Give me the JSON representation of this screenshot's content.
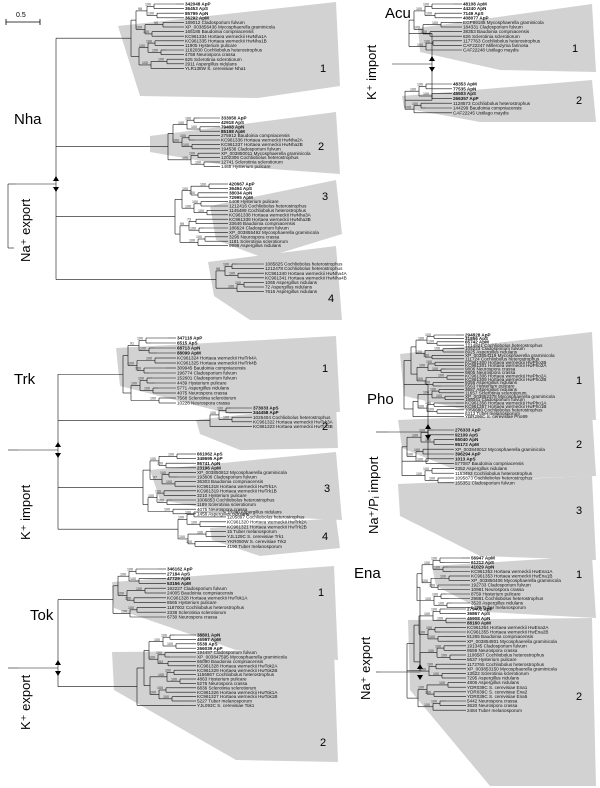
{
  "scale_label": "0.5",
  "families": [
    {
      "id": "nha",
      "name": "Nha",
      "side": "Na⁺ export"
    },
    {
      "id": "acu",
      "name": "Acu",
      "side": "K⁺ import"
    },
    {
      "id": "trk",
      "name": "Trk",
      "side": "K⁺ import"
    },
    {
      "id": "pho",
      "name": "Pho",
      "side": "Na⁺/Pᵢ import"
    },
    {
      "id": "tok",
      "name": "Tok",
      "side": "K⁺ export"
    },
    {
      "id": "ena",
      "name": "Ena",
      "side": "Na⁺ export"
    }
  ],
  "subgroups": {
    "nha": [
      "1",
      "2",
      "3",
      "4"
    ],
    "acu": [
      "1",
      "2"
    ],
    "trk": [
      "1",
      "2",
      "3",
      "4"
    ],
    "pho": [
      "1",
      "2",
      "3"
    ],
    "tok": [
      "1",
      "2"
    ],
    "ena": [
      "1",
      "2"
    ]
  },
  "leaves": {
    "nha": [
      "342048 ApP",
      "36453 ApS",
      "85799 ApN",
      "36292 ApM",
      "189012 Cladosporium fulvum",
      "XP_003856436 Mycosphaerella graminicola",
      "165185 Baudoinia compniacensis",
      "KC961334 Hortaea werneckii HwNha1A",
      "KC961335 Hortaea werneckii HwNha1B",
      "11905 Hysterium pulicare",
      "1162030 Cochliobolus heterostrophus",
      "4758 Neurospora crassa",
      "625 Sclerotinia sclerotiorum",
      "2911 Aspergillus nidulans",
      "YLR138W S. cerevisiae Nha1",
      "333050 ApP",
      "42918 ApS",
      "79408 ApN",
      "85198 ApM",
      "275912 Baudoinia compniacensis",
      "KC961336 Hortaea werneckii HwNha2A",
      "KC961337 Hortaea werneckii HwNha2B",
      "194536 Cladosporium fulvum",
      "XP_003850011 Mycosphaerella graminicola",
      "1202306 Cochliobolus heterostrophus",
      "12741 Sclerotinia sclerotiorum",
      "1468 Hysterium pulicare",
      "420667 ApP",
      "36494 ApS",
      "38034 ApN",
      "72995 ApM",
      "6408 Hysterium pulicare",
      "1212416 Cochliobolus heterostrophus",
      "1145489 Cochliobolus heterostrophus",
      "KC961338 Hortaea werneckii HwNha3A",
      "KC961339 Hortaea werneckii HwNha3B",
      "33646 Baudoinia compniacensis",
      "186624 Cladosporium fulvum",
      "XP_003855492 Mycosphaerella graminicola",
      "3296 Neurospora crassa",
      "1181 Sclerotinia sclerotiorum",
      "9998 Aspergillus nidulans",
      "1085825 Cochliobolus heterostrophus",
      "1212478 Cochliobolus heterostrophus",
      "KC961340 Hortaea werneckii HwNha4A",
      "KC961341 Hortaea werneckii HwNha4B",
      "1065 Aspergillus nidulans",
      "72 Aspergillus nidulans",
      "7616 Aspergillus nidulans"
    ],
    "acu": [
      "48108 ApM",
      "44240 ApN",
      "7149 ApS",
      "408077 ApP",
      "EGP89185 Mycosphaerella graminicola",
      "184331 Cladosporium fulvum",
      "38353 Baudoinia compniacensis",
      "626 Sclerotinia sclerotiorum",
      "1177763 Cochliobolus heterostrophus",
      "CAF22247 Millerozyma farinosa",
      "CAF22248 Ustilago maydis",
      "48353 ApM",
      "77535 ApN",
      "45503 ApS",
      "266357 ApP",
      "1128573 Cochliobolus heterostrophus",
      "144299 Baudoinia compniacensis",
      "CAF22245 Ustilago maydis"
    ],
    "trk": [
      "347118 ApP",
      "6515 ApS",
      "68713 ApN",
      "88099 ApM",
      "KC961324 Hortaea werneckii HwTrk4A",
      "KC961325 Hortaea werneckii HwTrk4B",
      "309945 Baudoinia compniacensis",
      "196774 Cladosporium fulvum",
      "152601 Cladosporium fulvum",
      "4439 Hysterium pulicare",
      "5771 Aspergillus nidulans",
      "4075 Neurospora crassa",
      "7568 Sclerotinia sclerotiorum",
      "10228 Neurospora crassa",
      "373033 ApS",
      "344458 ApP",
      "1026404 Cochliobolus heterostrophus",
      "KC961322 Hortaea werneckii HwTrk3A",
      "KC961323 Hortaea werneckii HwTrk3B",
      "661062 ApS",
      "348695 ApP",
      "86741 ApN",
      "23196 ApM",
      "XP_003850812 Mycosphaerella graminicola",
      "193606 Cladosporium fulvum",
      "36303 Baudoinia compniacensis",
      "KC961318 Hortaea werneckii HwTrk1A",
      "KC961319 Hortaea werneckii HwTrk1B",
      "3210 Hysterium pulicare",
      "1006853 Cochliobolus heterostrophus",
      "1189 Sclerotinia sclerotiorum",
      "4075 Neurospora crassa",
      "1458 Aspergillus nidulans",
      "10246 Aspergillus nidulans",
      "1205897 Cochliobolus heterostrophus",
      "KC961320 Hortaea werneckii HwTrk2A",
      "KC961321 Hortaea werneckii HwTrk2B",
      "15 Tuber melanosporum",
      "YJL129C S. cerevisiae Trk1",
      "YKR050W S. cerevisiae Trk2",
      "4190 Tuber melanosporum"
    ],
    "pho": [
      "294828 ApP",
      "31856 ApS",
      "65742 ApM",
      "1214821 Cochliobolus heterostrophus",
      "105223 Cladosporium fulvum",
      "8925 Aspergillus nidulans",
      "XP_003854119 Mycosphaerella graminicola",
      "111724 Cochliobolus heterostrophus",
      "KC961300 Hortaea werneckii HwPho2B",
      "KC961301 Hortaea werneckii HwPho2A",
      "9806 Neurospora crassa",
      "9805 Neurospora crassa",
      "KC961306 Hortaea werneckii HwPho2A",
      "KC961309 Hortaea werneckii HwPho2B",
      "9356 Aspergillus nidulans",
      "5563 Hysterium pulicare",
      "3687 Aspergillus nidulans",
      "11657 Sclerotinia sclerotiorum",
      "XP_003852378 Mycosphaerella graminicola",
      "195041 Cladosporium fulvum",
      "KC961356 Hortaea werneckii HwPho1A",
      "KC961357 Hortaea werneckii HwPho1B",
      "1056680 Cochliobolus heterostrophus",
      "6313 Tuber melanosporum",
      "YBR296C S. cerevisiae Pho89",
      "276333 ApP",
      "92109 ApS",
      "65040 ApN",
      "95172 ApM",
      "XP_003849012 Mycosphaerella graminicola",
      "396294 ApP",
      "1013 ApS",
      "577087 Baudoinia compniacensis",
      "2352 Aspergillus nidulans",
      "1153493 Cochliobolus heterostrophus",
      "1095873 Cochliobolus heterostrophus",
      "155351 Cladosporium fulvum"
    ],
    "tok": [
      "346162 ApP",
      "27184 ApS",
      "47729 ApN",
      "53156 ApM",
      "192227 Cladosporium fulvum",
      "24005 Baudoinia compniacensis",
      "KC961328 Hortaea werneckii HwTok1A",
      "8565 Hysterium pulicare",
      "1187002 Cochliobolus heterostrophus",
      "3338 Sclerotinia sclerotiorum",
      "6730 Neurospora crassa",
      "38801 ApN",
      "46567 ApM",
      "5538 ApS",
      "266039 ApP",
      "194497 Cladosporium fulvum",
      "XP_003847595 Mycosphaerella graminicola",
      "66090 Baudoinia compniacensis",
      "KC961328 Hortaea werneckii HwTok2A",
      "KC961329 Hortaea werneckii HwTok2B",
      "1156867 Cochliobolus heterostrophus",
      "4863 Hysterium pulicare",
      "5276 Neurospora crassa",
      "6836 Sclerotinia sclerotiorum",
      "KC961326 Hortaea werneckii HwTok1A",
      "KC961327 Hortaea werneckii HwTok1B",
      "5227 Tuber melanosporum",
      "YJL093C S. cerevisiae Tok1"
    ],
    "ena": [
      "56947 ApM",
      "61212 ApS",
      "41029 ApN",
      "KC961352 Hortaea werneckii HwEna1A",
      "KC961353 Hortaea werneckii HwEna1B",
      "XP_003850406 Mycosphaerella graminicola",
      "192733 Cladosporium fulvum",
      "10981 Neurospora crassa",
      "8759 Hysterium pulicare",
      "29881 Cochliobolus heterostrophus",
      "3520 Aspergillus nidulans",
      "5479 Tuber melanosporum",
      "279402 ApP",
      "36867 ApS",
      "46908 ApN",
      "88160 ApM",
      "KC961354 Hortaea werneckii HwEna2A",
      "KC961355 Hortaea werneckii HwEna2B",
      "81265 Baudoinia compniacensis",
      "XP_003854801 Mycosphaerella graminicola",
      "191345 Cladosporium fulvum",
      "9559 Neurospora crassa",
      "1106587 Cochliobolus heterostrophus",
      "5637 Hysterium pulicare",
      "1172765 Cochliobolus heterostrophus",
      "XP_003853150 Mycosphaerella graminicola",
      "13522 Sclerotinia sclerotiorum",
      "7295 Aspergillus nidulans",
      "4806 Aspergillus nidulans",
      "YDR039C S. cerevisiae Ena1",
      "YDR039C S. cerevisiae Ena2",
      "YDR039C S. cerevisiae Ena5",
      "5442 Neurospora crassa",
      "3620 Neurospora crassa",
      "2484 Tuber melanosporum"
    ]
  },
  "bootstraps": {
    "nha": [
      "100",
      "100",
      "99",
      "100",
      "100",
      "100",
      "100",
      "98",
      "100",
      "100",
      "100",
      "100",
      "100",
      "100",
      "100",
      "100",
      "100",
      "100",
      "100",
      "100",
      "100",
      "100",
      "100",
      "100",
      "73",
      "100",
      "100"
    ],
    "acu": [
      "100",
      "100",
      "100",
      "100",
      "100",
      "100",
      "100",
      "100",
      "100"
    ],
    "trk": [
      "100",
      "100",
      "100",
      "100",
      "100",
      "100",
      "100",
      "91",
      "100",
      "100",
      "100",
      "100",
      "100",
      "100",
      "100",
      "100",
      "100",
      "100",
      "100",
      "100",
      "100",
      "97"
    ],
    "pho": [
      "100",
      "100",
      "100",
      "100",
      "100",
      "100",
      "100",
      "100",
      "100",
      "100",
      "100",
      "100",
      "100",
      "100",
      "100",
      "100"
    ],
    "tok": [
      "100",
      "100",
      "100",
      "100",
      "100",
      "100",
      "100",
      "100",
      "100",
      "100",
      "100",
      "84"
    ],
    "ena": [
      "100",
      "100",
      "100",
      "100",
      "100",
      "100",
      "100",
      "100",
      "100",
      "100",
      "100",
      "100",
      "100"
    ]
  },
  "colors": {
    "cluster_fill": "#d2d2d2",
    "lines": "#111111"
  }
}
